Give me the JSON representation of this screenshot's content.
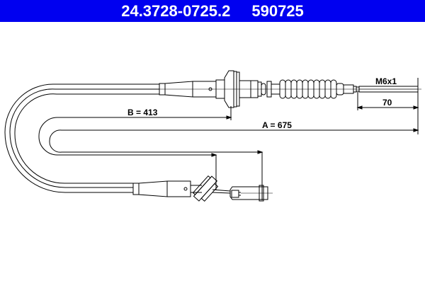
{
  "header": {
    "part_number": "24.3728-0725.2",
    "ref_number": "590725",
    "background_color": "#0000f0",
    "text_color": "#ffffff"
  },
  "drawing": {
    "subject": "clutch cable",
    "dimensions": {
      "A_label": "A = 675",
      "B_label": "B = 413",
      "thread_label": "M6x1",
      "thread_length_label": "70"
    }
  }
}
